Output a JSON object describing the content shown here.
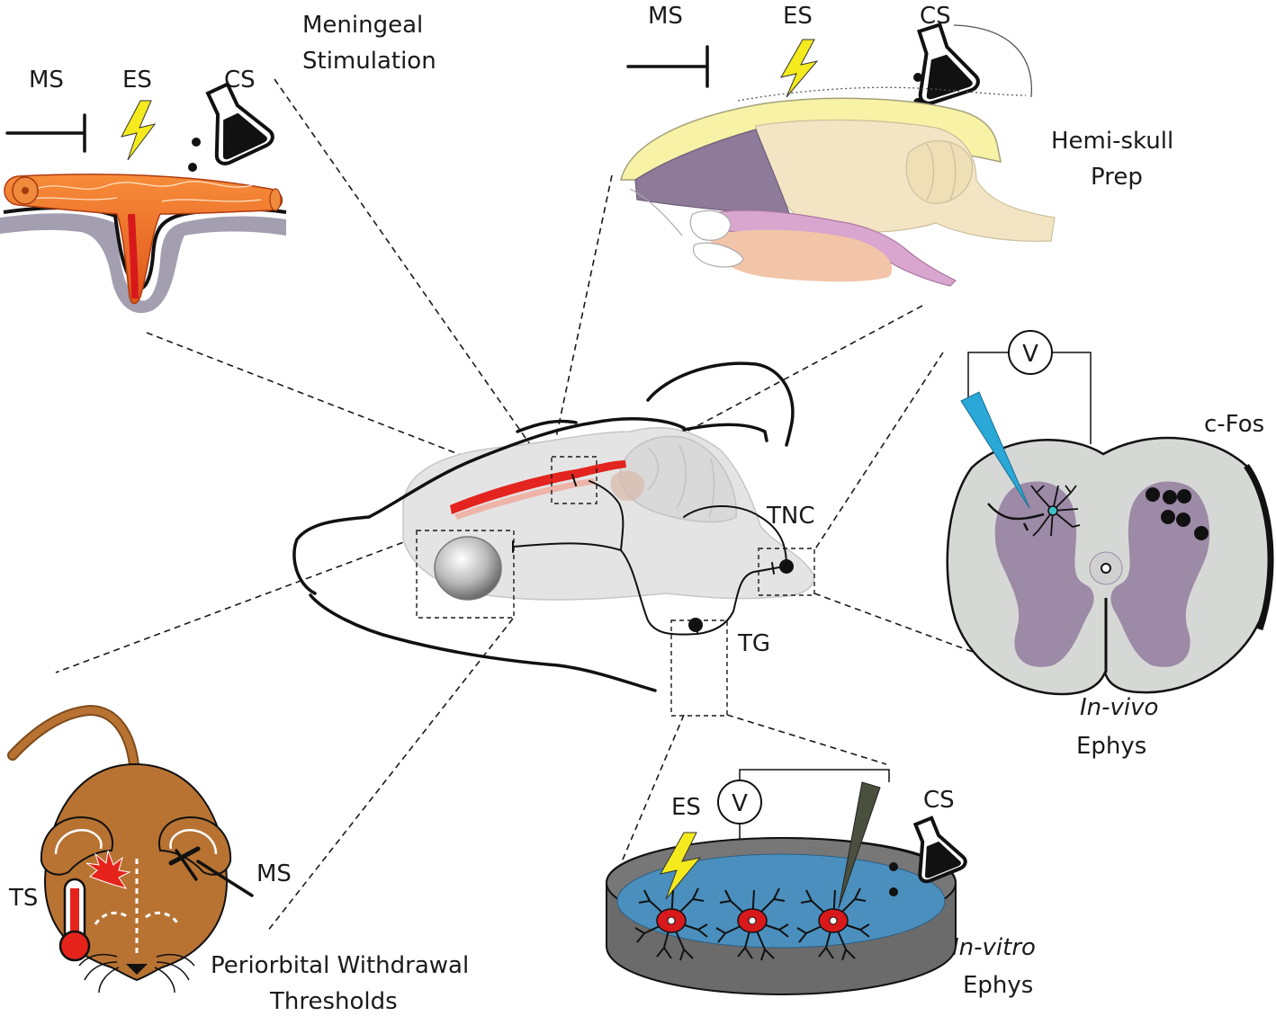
{
  "labels": {
    "meningeal_line1": "Meningeal",
    "meningeal_line2": "Stimulation",
    "ms": "MS",
    "es": "ES",
    "cs": "CS",
    "hemi_line1": "Hemi-skull",
    "hemi_line2": "Prep",
    "tnc": "TNC",
    "tg": "TG",
    "cfos": "c-Fos",
    "voltmeter": "V",
    "invivo_italic": "In-vivo",
    "invivo_rest": "Ephys",
    "invitro_italic": "In-vitro",
    "invitro_rest": "Ephys",
    "ts": "TS",
    "periorbital_line1": "Periorbital Withdrawal",
    "periorbital_line2": "Thresholds"
  },
  "colors": {
    "vessel_orange": "#f26522",
    "vessel_red": "#d7191c",
    "dura_gray": "#a39fb0",
    "brain_gray": "#e4e4e4",
    "cerebrum_purple": "#8e7a99",
    "brain_tan": "#f3e5c4",
    "skull_yellow": "#f7f2a6",
    "brainstem_pink": "#d9a6cf",
    "cortex_peach": "#f2c4a8",
    "lightning_yellow": "#f4ea1d",
    "electrode_cyan": "#2aa8d8",
    "spinal_gray": "#d6d8d6",
    "spinal_purple": "#9d8aa7",
    "dish_blue": "#4a8fbd",
    "dish_rim": "#6b6b6b",
    "neuron_red": "#d7191c",
    "mouse_brown": "#b87333",
    "thermometer_red": "#e5231b"
  },
  "icons": [
    "lightning-icon",
    "flask-icon",
    "pipette-icon",
    "voltmeter-icon",
    "thermometer-icon"
  ]
}
